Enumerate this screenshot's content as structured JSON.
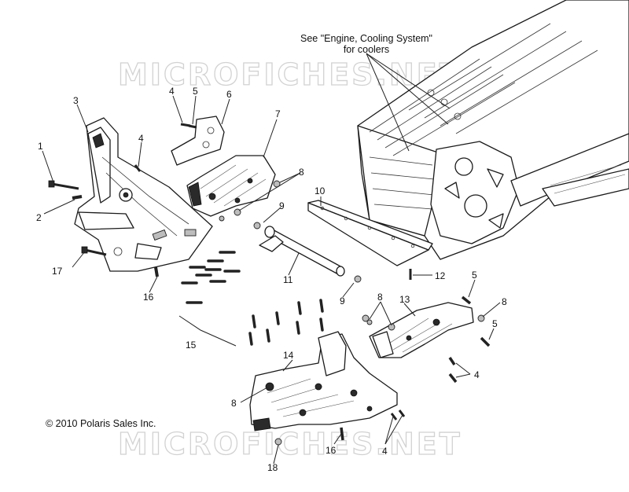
{
  "watermark": "MICROFICHES.NET",
  "note": {
    "line1": "See \"Engine, Cooling System\"",
    "line2": "for coolers"
  },
  "copyright": "© 2010 Polaris Sales Inc.",
  "callouts": [
    {
      "id": "c1",
      "text": "1"
    },
    {
      "id": "c2",
      "text": "2"
    },
    {
      "id": "c3",
      "text": "3"
    },
    {
      "id": "c4a",
      "text": "4"
    },
    {
      "id": "c4b",
      "text": "4"
    },
    {
      "id": "c4c",
      "text": "4"
    },
    {
      "id": "c4d",
      "text": "4"
    },
    {
      "id": "c5a",
      "text": "5"
    },
    {
      "id": "c5b",
      "text": "5"
    },
    {
      "id": "c5c",
      "text": "5"
    },
    {
      "id": "c6",
      "text": "6"
    },
    {
      "id": "c7",
      "text": "7"
    },
    {
      "id": "c8a",
      "text": "8"
    },
    {
      "id": "c8b",
      "text": "8"
    },
    {
      "id": "c8c",
      "text": "8"
    },
    {
      "id": "c8d",
      "text": "8"
    },
    {
      "id": "c9a",
      "text": "9"
    },
    {
      "id": "c9b",
      "text": "9"
    },
    {
      "id": "c10",
      "text": "10"
    },
    {
      "id": "c11",
      "text": "11"
    },
    {
      "id": "c12",
      "text": "12"
    },
    {
      "id": "c13",
      "text": "13"
    },
    {
      "id": "c14",
      "text": "14"
    },
    {
      "id": "c15",
      "text": "15"
    },
    {
      "id": "c16a",
      "text": "16"
    },
    {
      "id": "c16b",
      "text": "16"
    },
    {
      "id": "c17",
      "text": "17"
    },
    {
      "id": "c18",
      "text": "18"
    }
  ]
}
